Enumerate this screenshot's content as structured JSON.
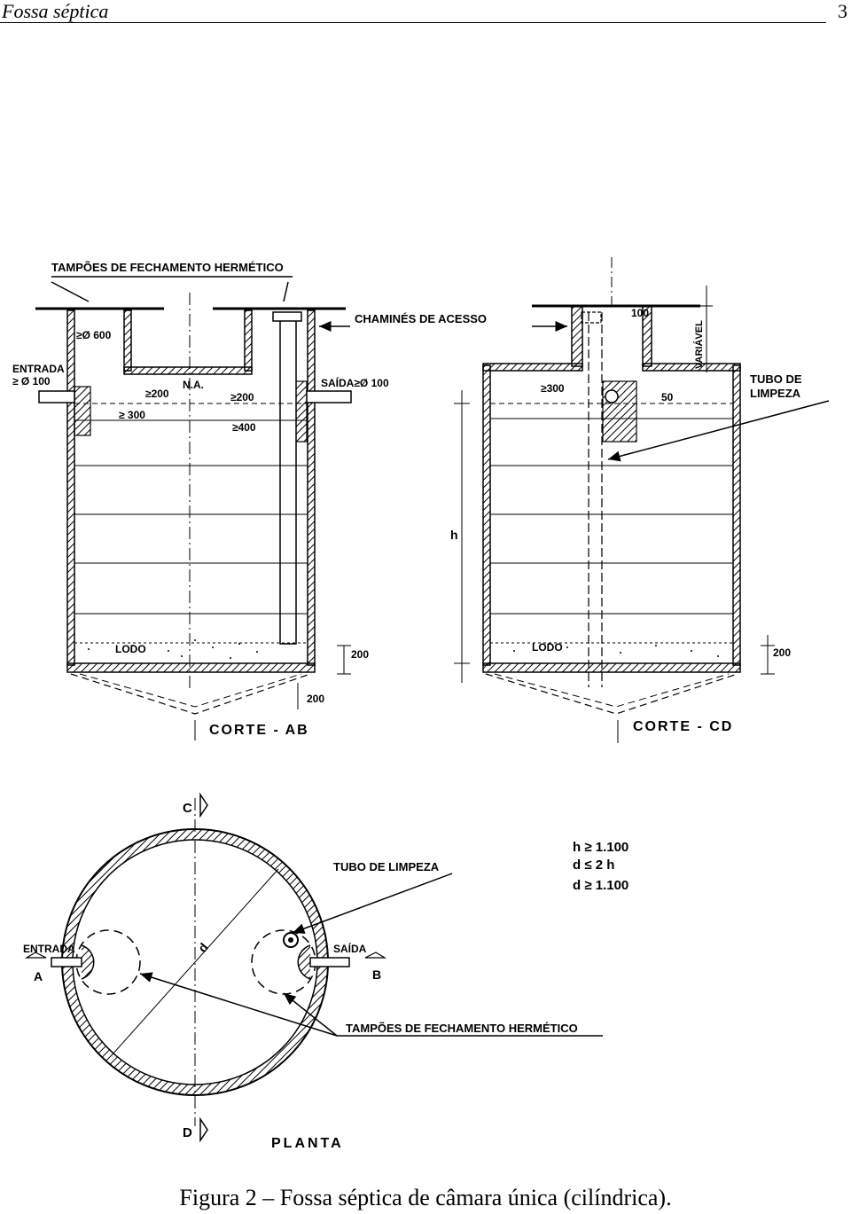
{
  "header": {
    "title": "Fossa séptica",
    "page_number": "3"
  },
  "labels": {
    "tampoes_top": "TAMPÕES DE FECHAMENTO HERMÉTICO",
    "chamines": "CHAMINÉS DE ACESSO",
    "entrada": "ENTRADA",
    "entrada_dim": "≥ Ø 100",
    "chimney_diam": "≥Ø 600",
    "na": "N.A.",
    "dim_200_a": "≥200",
    "dim_200_b": "≥200",
    "dim_300_a": "≥ 300",
    "dim_400": "≥400",
    "saida_top": "SAÍDA≥Ø 100",
    "lodo_a": "LODO",
    "dim_200_bottom_a": "200",
    "dim_200_cone_a": "200",
    "corte_ab": "CORTE - AB",
    "dim_100": "100",
    "variavel": "VARIÁVEL",
    "tubo_limpeza_top_1": "TUBO DE",
    "tubo_limpeza_top_2": "LIMPEZA",
    "dim_300_b": "≥300",
    "dim_50": "50",
    "h_label": "h",
    "lodo_b": "LODO",
    "dim_200_bottom_b": "200",
    "corte_cd": "CORTE - CD",
    "c_marker": "C",
    "d_marker": "D",
    "tubo_limpeza_plan": "TUBO DE LIMPEZA",
    "formula_1": "h ≥ 1.100",
    "formula_2": "d ≤ 2 h",
    "formula_3": "d ≥ 1.100",
    "entrada_plan": "ENTRADA",
    "a_marker": "A",
    "saida_plan": "SAÍDA",
    "b_marker": "B",
    "d_dim": "d",
    "tampoes_plan": "TAMPÕES DE FECHAMENTO HERMÉTICO",
    "planta": "PLANTA"
  },
  "caption": "Figura 2 – Fossa séptica de câmara única (cilíndrica)."
}
